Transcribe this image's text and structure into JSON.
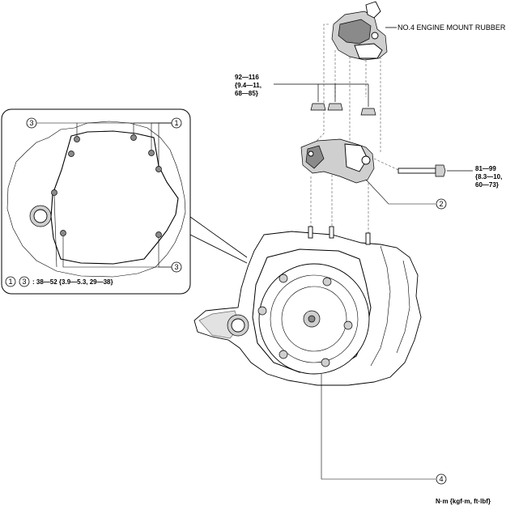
{
  "diagram": {
    "engine_mount_label": "NO.4 ENGINE MOUNT RUBBER",
    "torque_top": [
      "92—116",
      "{9.4—11,",
      "68—85}"
    ],
    "torque_bolt": [
      "81—99",
      "{8.3—10,",
      "60—73}"
    ],
    "inset_spec_circles": [
      "1",
      "3"
    ],
    "inset_spec_text": ": 38—52 {3.9—5.3, 29—38}",
    "units_note": "N·m {kgf·m, ft·lbf}",
    "callouts": {
      "c1": "1",
      "c2": "2",
      "c3_top": "3",
      "c3_bottom": "3",
      "c4": "4"
    }
  }
}
